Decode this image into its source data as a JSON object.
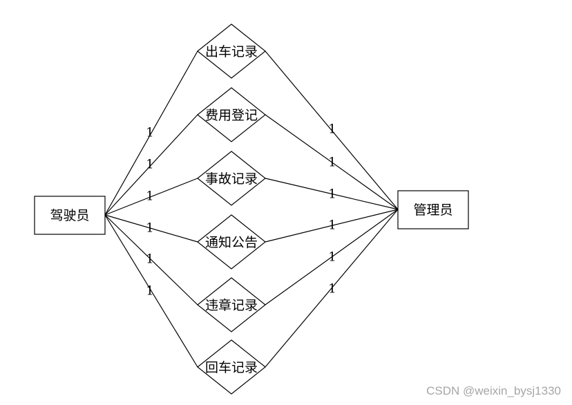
{
  "entities": {
    "left": "驾驶员",
    "right": "管理员"
  },
  "relationships": [
    {
      "label": "出车记录",
      "left_cardinality": "1",
      "right_cardinality": "1"
    },
    {
      "label": "费用登记",
      "left_cardinality": "1",
      "right_cardinality": "1"
    },
    {
      "label": "事故记录",
      "left_cardinality": "1",
      "right_cardinality": "1"
    },
    {
      "label": "通知公告",
      "left_cardinality": "1",
      "right_cardinality": "1"
    },
    {
      "label": "违章记录",
      "left_cardinality": "1",
      "right_cardinality": "1"
    },
    {
      "label": "回车记录",
      "left_cardinality": "1",
      "right_cardinality": "1"
    }
  ],
  "watermark": "CSDN @weixin_bysj1330",
  "colors": {
    "stroke": "#000000",
    "background": "#ffffff",
    "watermark": "#a6a6a6"
  }
}
